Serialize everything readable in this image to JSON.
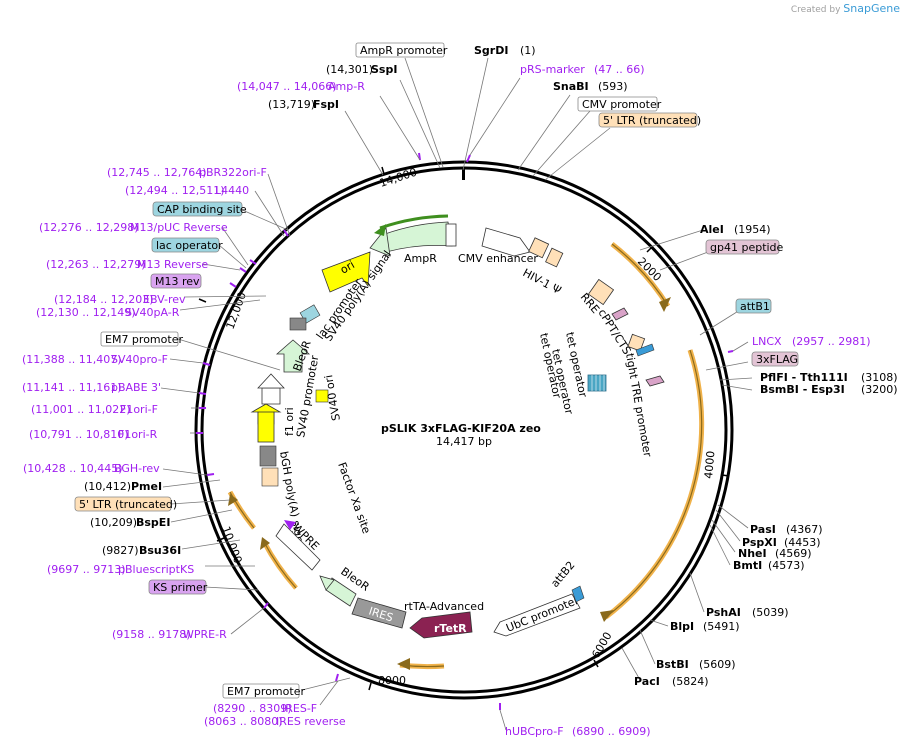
{
  "credit": {
    "created_by": "Created by",
    "brand": "SnapGene"
  },
  "plasmid": {
    "name": "pSLIK 3xFLAG-KIF20A zeo",
    "length": "14,417 bp"
  },
  "ticks": [
    "2000",
    "4000",
    "6000",
    "8000",
    "10,000",
    "12,000",
    "14,000"
  ],
  "sites": [
    {
      "name": "SgrDI",
      "pos": "(1)"
    },
    {
      "name": "SnaBI",
      "pos": "(593)"
    },
    {
      "name": "AleI",
      "pos": "(1954)"
    },
    {
      "name": "PflFI - Tth111I",
      "pos": "(3108)"
    },
    {
      "name": "BsmBI - Esp3I",
      "pos": "(3200)"
    },
    {
      "name": "PasI",
      "pos": "(4367)"
    },
    {
      "name": "PspXI",
      "pos": "(4453)"
    },
    {
      "name": "NheI",
      "pos": "(4569)"
    },
    {
      "name": "BmtI",
      "pos": "(4573)"
    },
    {
      "name": "PshAI",
      "pos": "(5039)"
    },
    {
      "name": "BlpI",
      "pos": "(5491)"
    },
    {
      "name": "BstBI",
      "pos": "(5609)"
    },
    {
      "name": "PacI",
      "pos": "(5824)"
    },
    {
      "name": "PmeI",
      "pos": "(10,412)"
    },
    {
      "name": "BspEI",
      "pos": "(10,209)"
    },
    {
      "name": "Bsu36I",
      "pos": "(9827)"
    },
    {
      "name": "FspI",
      "pos": "(13,719)"
    },
    {
      "name": "SspI",
      "pos": "(14,301)"
    }
  ],
  "primers": [
    {
      "range": "(47 .. 66)",
      "name": "pRS-marker"
    },
    {
      "range": "(2957 .. 2981)",
      "name": "LNCX"
    },
    {
      "range": "(6890 .. 6909)",
      "name": "hUBCpro-F"
    },
    {
      "range": "(8290 .. 8309)",
      "name": "IRES-F"
    },
    {
      "range": "(8063 .. 8080)",
      "name": "IRES reverse"
    },
    {
      "range": "(9158 .. 9178)",
      "name": "WPRE-R"
    },
    {
      "range": "(9697 .. 9713)",
      "name": "pBluescriptKS"
    },
    {
      "range": "(10,428 .. 10,445)",
      "name": "BGH-rev"
    },
    {
      "range": "(10,791 .. 10,810)",
      "name": "F1ori-R"
    },
    {
      "range": "(11,001 .. 11,022)",
      "name": "F1ori-F"
    },
    {
      "range": "(11,141 .. 11,161)",
      "name": "pBABE 3'"
    },
    {
      "range": "(11,388 .. 11,407)",
      "name": "SV40pro-F"
    },
    {
      "range": "(12,130 .. 12,149)",
      "name": "SV40pA-R"
    },
    {
      "range": "(12,184 .. 12,203)",
      "name": "EBV-rev"
    },
    {
      "range": "(12,263 .. 12,279)",
      "name": "M13 Reverse"
    },
    {
      "range": "(12,276 .. 12,298)",
      "name": "M13/pUC Reverse"
    },
    {
      "range": "(12,494 .. 12,511)",
      "name": "L4440"
    },
    {
      "range": "(12,745 .. 12,764)",
      "name": "pBR322ori-F"
    },
    {
      "range": "(14,047 .. 14,066)",
      "name": "Amp-R"
    }
  ],
  "boxes": {
    "ampr_promoter": "AmpR promoter",
    "cmv_promoter": "CMV promoter",
    "ltr_top": "5' LTR (truncated)",
    "gp41": "gp41 peptide",
    "attb1": "attB1",
    "flag": "3xFLAG",
    "cap": "CAP binding site",
    "lac_op": "lac operator",
    "m13rev": "M13 rev",
    "em7_left": "EM7 promoter",
    "ltr_left": "5' LTR (truncated)",
    "ks": "KS primer",
    "em7_bottom": "EM7 promoter"
  },
  "features": {
    "ampr": "AmpR",
    "ori": "ori",
    "cmv_enh": "CMV enhancer",
    "hiv": "HIV-1 Ψ",
    "rre": "RRE",
    "cppt": "cPPT/CTS",
    "tet1": "tet operator",
    "tet2": "tet operator",
    "tet3": "tet operator",
    "tight": "tight TRE promoter",
    "lacp": "lac promoter",
    "sv40pa": "SV40 poly(A) signal",
    "bleo_top": "BleoR",
    "sv40p": "SV40 promoter",
    "f1": "f1 ori",
    "sv40ori": "SV40 ori",
    "bgh": "bGH poly(A) signal",
    "factorxa": "Factor Xa site",
    "wpre": "WPRE",
    "bleo_bot": "BleoR",
    "ires": "IRES",
    "rtta": "rtTA-Advanced",
    "rtetr": "rTetR",
    "ubc": "UbC promoter",
    "attb2": "attB2"
  }
}
